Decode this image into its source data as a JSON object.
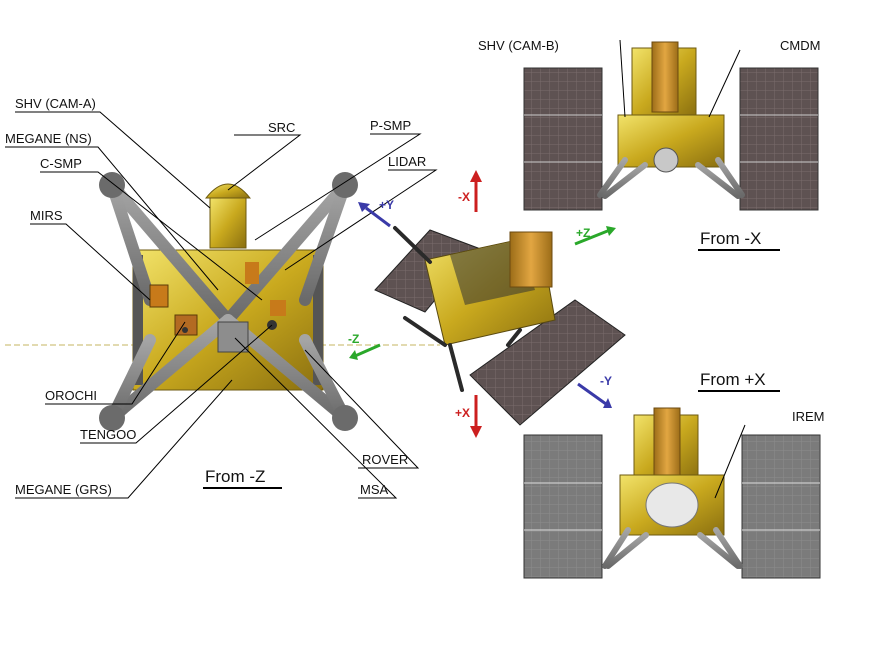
{
  "views": {
    "from_minus_z": "From -Z",
    "from_minus_x": "From -X",
    "from_plus_x": "From +X"
  },
  "labels": {
    "shv_cam_a": "SHV (CAM-A)",
    "megane_ns": "MEGANE (NS)",
    "c_smp": "C-SMP",
    "mirs": "MIRS",
    "orochi": "OROCHI",
    "tengoo": "TENGOO",
    "megane_grs": "MEGANE (GRS)",
    "src": "SRC",
    "p_smp": "P-SMP",
    "lidar": "LIDAR",
    "rover": "ROVER",
    "msa": "MSA",
    "shv_cam_b": "SHV (CAM-B)",
    "cmdm": "CMDM",
    "irem": "IREM"
  },
  "axes": {
    "plus_y": "+Y",
    "minus_x": "-X",
    "plus_z": "+Z",
    "minus_z": "-Z",
    "plus_x": "+X",
    "minus_y": "-Y"
  },
  "colors": {
    "x_axis": "#cc1f1f",
    "y_axis": "#3a3aa8",
    "z_axis": "#2aa82a",
    "foil_gold": "#d8c23a",
    "solar_panel": "#5a4e4e",
    "strut_grey": "#8c8c8c"
  }
}
